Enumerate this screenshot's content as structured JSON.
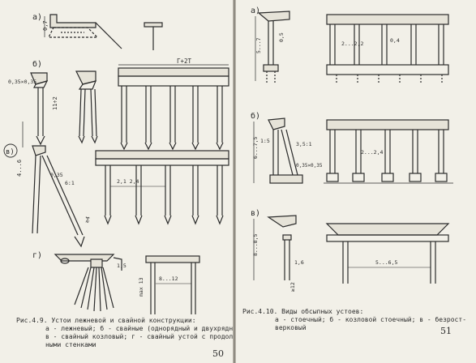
{
  "left_page": {
    "letters": {
      "a": "а)",
      "b": "б)",
      "v": "в)",
      "g": "г)"
    },
    "dims": {
      "a_07": "0,7",
      "b_035": "0,35×0,35",
      "b_11": "11÷2",
      "b_r2t": "Г+2Т",
      "v_6": "4...6",
      "v_035": "0,35",
      "v_61": "6:1",
      "v_spans": "2,1  2,4",
      "v_4": "≥4",
      "g_15": "1,5",
      "g_max": "max 13",
      "g_span": "8...12"
    },
    "caption": {
      "title": "Рис.4.9. Устои лежневой и свайной конструкции:",
      "line1": "а - лежневый; б - свайные (однорядный и двухрядный);",
      "line2": "в - свайный козловый; г - свайный устой с продоль-",
      "line3": "ными стенками"
    },
    "page_number": "50"
  },
  "right_page": {
    "letters": {
      "a": "а)",
      "b": "б)",
      "v": "в)"
    },
    "dims": {
      "a_57": "5...7",
      "a_05": "0,5",
      "a_22": "2...2,2",
      "a_04": "0,4",
      "b_675": "6...7,5",
      "b_15": "1:5",
      "b_35": "3,5:1",
      "b_035": "0,35×0,35",
      "b_24": "2...2,4",
      "v_85": "8...8,5",
      "v_16": "1,6",
      "v_565": "5...6,5",
      "v_12": "≥12"
    },
    "caption": {
      "title": "Рис.4.10. Виды обсыпных устоев:",
      "line1": "а - стоечный; б - козловой стоечный; в - безрост-",
      "line2": "верковый"
    },
    "page_number": "51"
  },
  "colors": {
    "paper": "#f2f0e8",
    "ink": "#2b2b2b",
    "gutter": "#7a766e"
  }
}
